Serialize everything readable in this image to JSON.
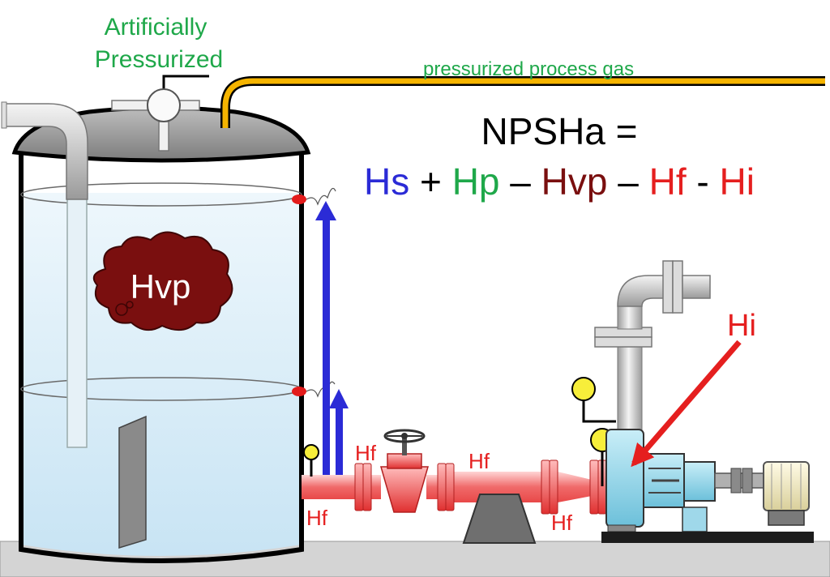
{
  "labels": {
    "artificially_line1": "Artificially",
    "artificially_line2": "Pressurized",
    "process_gas": "pressurized process gas",
    "hvp_cloud": "Hvp",
    "hi_label": "Hi",
    "hf_labels": [
      "Hf",
      "Hf",
      "Hf",
      "Hf"
    ]
  },
  "equation": {
    "lhs": "NPSHa =",
    "terms": [
      {
        "text": "Hs",
        "color": "#2b2bd6"
      },
      {
        "text": " + ",
        "color": "#000000"
      },
      {
        "text": "Hp",
        "color": "#1fa84a"
      },
      {
        "text": " – ",
        "color": "#000000"
      },
      {
        "text": "Hvp",
        "color": "#7a0f0f"
      },
      {
        "text": " – ",
        "color": "#000000"
      },
      {
        "text": "Hf",
        "color": "#e51f1f"
      },
      {
        "text": " - ",
        "color": "#000000"
      },
      {
        "text": "Hi",
        "color": "#e51f1f"
      }
    ]
  },
  "colors": {
    "pressurized_text": "#1fa84a",
    "gas_line": "#f5b400",
    "hs_arrow": "#2b2bd6",
    "hf_text": "#e51f1f",
    "hi_arrow": "#e51f1f",
    "hvp_cloud": "#7a0f0f",
    "pipe": "#f06a6a",
    "water": "#d7ecf7",
    "pump_body": "#8fd3e8"
  },
  "icons": {
    "tank": "storage-tank-icon",
    "valve": "gate-valve-icon",
    "pump": "centrifugal-pump-icon",
    "motor": "electric-motor-icon",
    "gauge": "pressure-gauge-icon"
  }
}
